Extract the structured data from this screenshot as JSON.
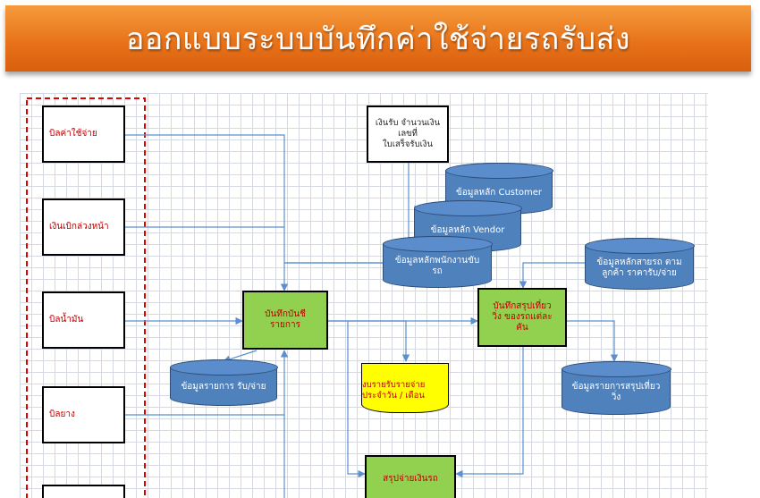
{
  "title": "ออกแบบระบบบันทึกค่าใช้จ่ายรถรับส่ง",
  "sources": {
    "s1": "บิลค่าใช้จ่าย",
    "s2": "เงินเบิกล่วงหน้า",
    "s3": "บิลน้ำมัน",
    "s4": "บิลยาง",
    "s5": ""
  },
  "receipt_note": [
    "เงินรับ จำนวนเงิน",
    "เลขที่",
    "ใบเสร็จรับเงิน"
  ],
  "databases": {
    "customer": [
      "ข้อมูลหลัก Customer"
    ],
    "vendor": [
      "ข้อมูลหลัก Vendor"
    ],
    "driver": [
      "ข้อมูลหลักพนักงานขับ",
      "รถ"
    ],
    "route": [
      "ข้อมูลหลักสายรถ ตาม",
      "ลูกค้า ราคารับ/จ่าย"
    ],
    "transactions": [
      "ข้อมูลรายการ รับ/จ่าย"
    ],
    "trip_summary": [
      "ข้อมูลรายการสรุปเที่ยว",
      "วิ่ง"
    ]
  },
  "processes": {
    "record": [
      "บันทึกบันชี",
      "รายการ"
    ],
    "trip": [
      "บันทึกสรุปเที่ยว",
      "วิ่ง ของรถแต่ละ",
      "คัน"
    ],
    "pay": [
      "สรุปจ่ายเงินรถ"
    ]
  },
  "report": [
    "งบรายรับรายจ่าย",
    "ประจำวัน / เดือน"
  ],
  "colors": {
    "banner": "#e8731a",
    "process": "#92d050",
    "database": "#4f81bd",
    "report": "#ffff00",
    "arrow": "#5b8fd0",
    "dashed_frame": "#e00000"
  }
}
